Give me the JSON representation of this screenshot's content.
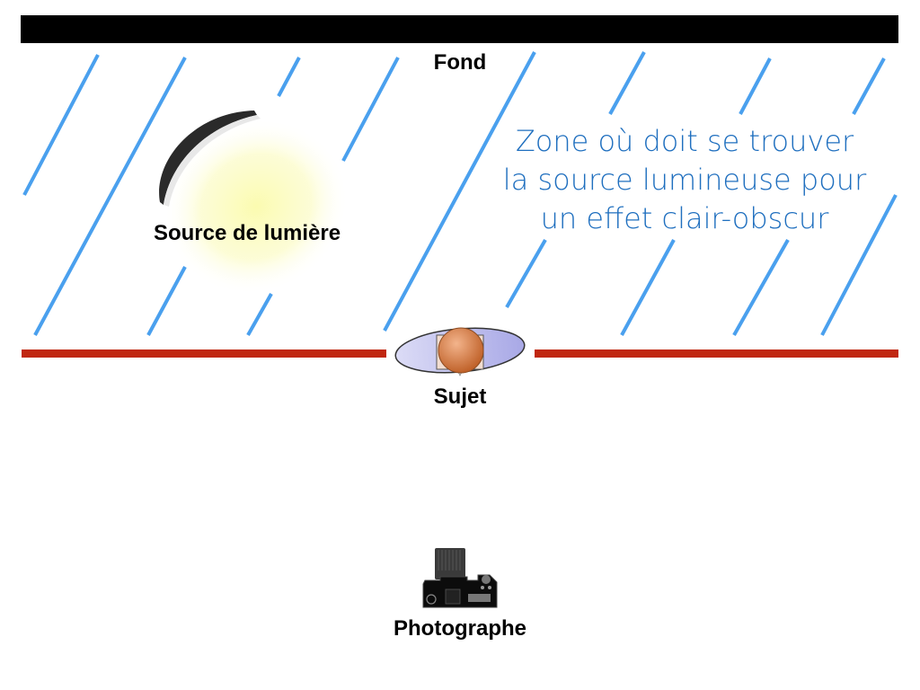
{
  "labels": {
    "background": "Fond",
    "light_source": "Source de lumière",
    "subject": "Sujet",
    "photographer": "Photographe"
  },
  "zone_text": [
    "Zone où doit se trouver",
    "la source lumineuse pour",
    "un effet clair-obscur"
  ],
  "colors": {
    "hatch": "#4aa0ee",
    "subject_line": "#c0260f",
    "backdrop": "#000000",
    "zone_text": "#1f6fbf"
  },
  "icons": [
    "softbox-light-icon",
    "subject-person-icon",
    "camera-icon"
  ]
}
